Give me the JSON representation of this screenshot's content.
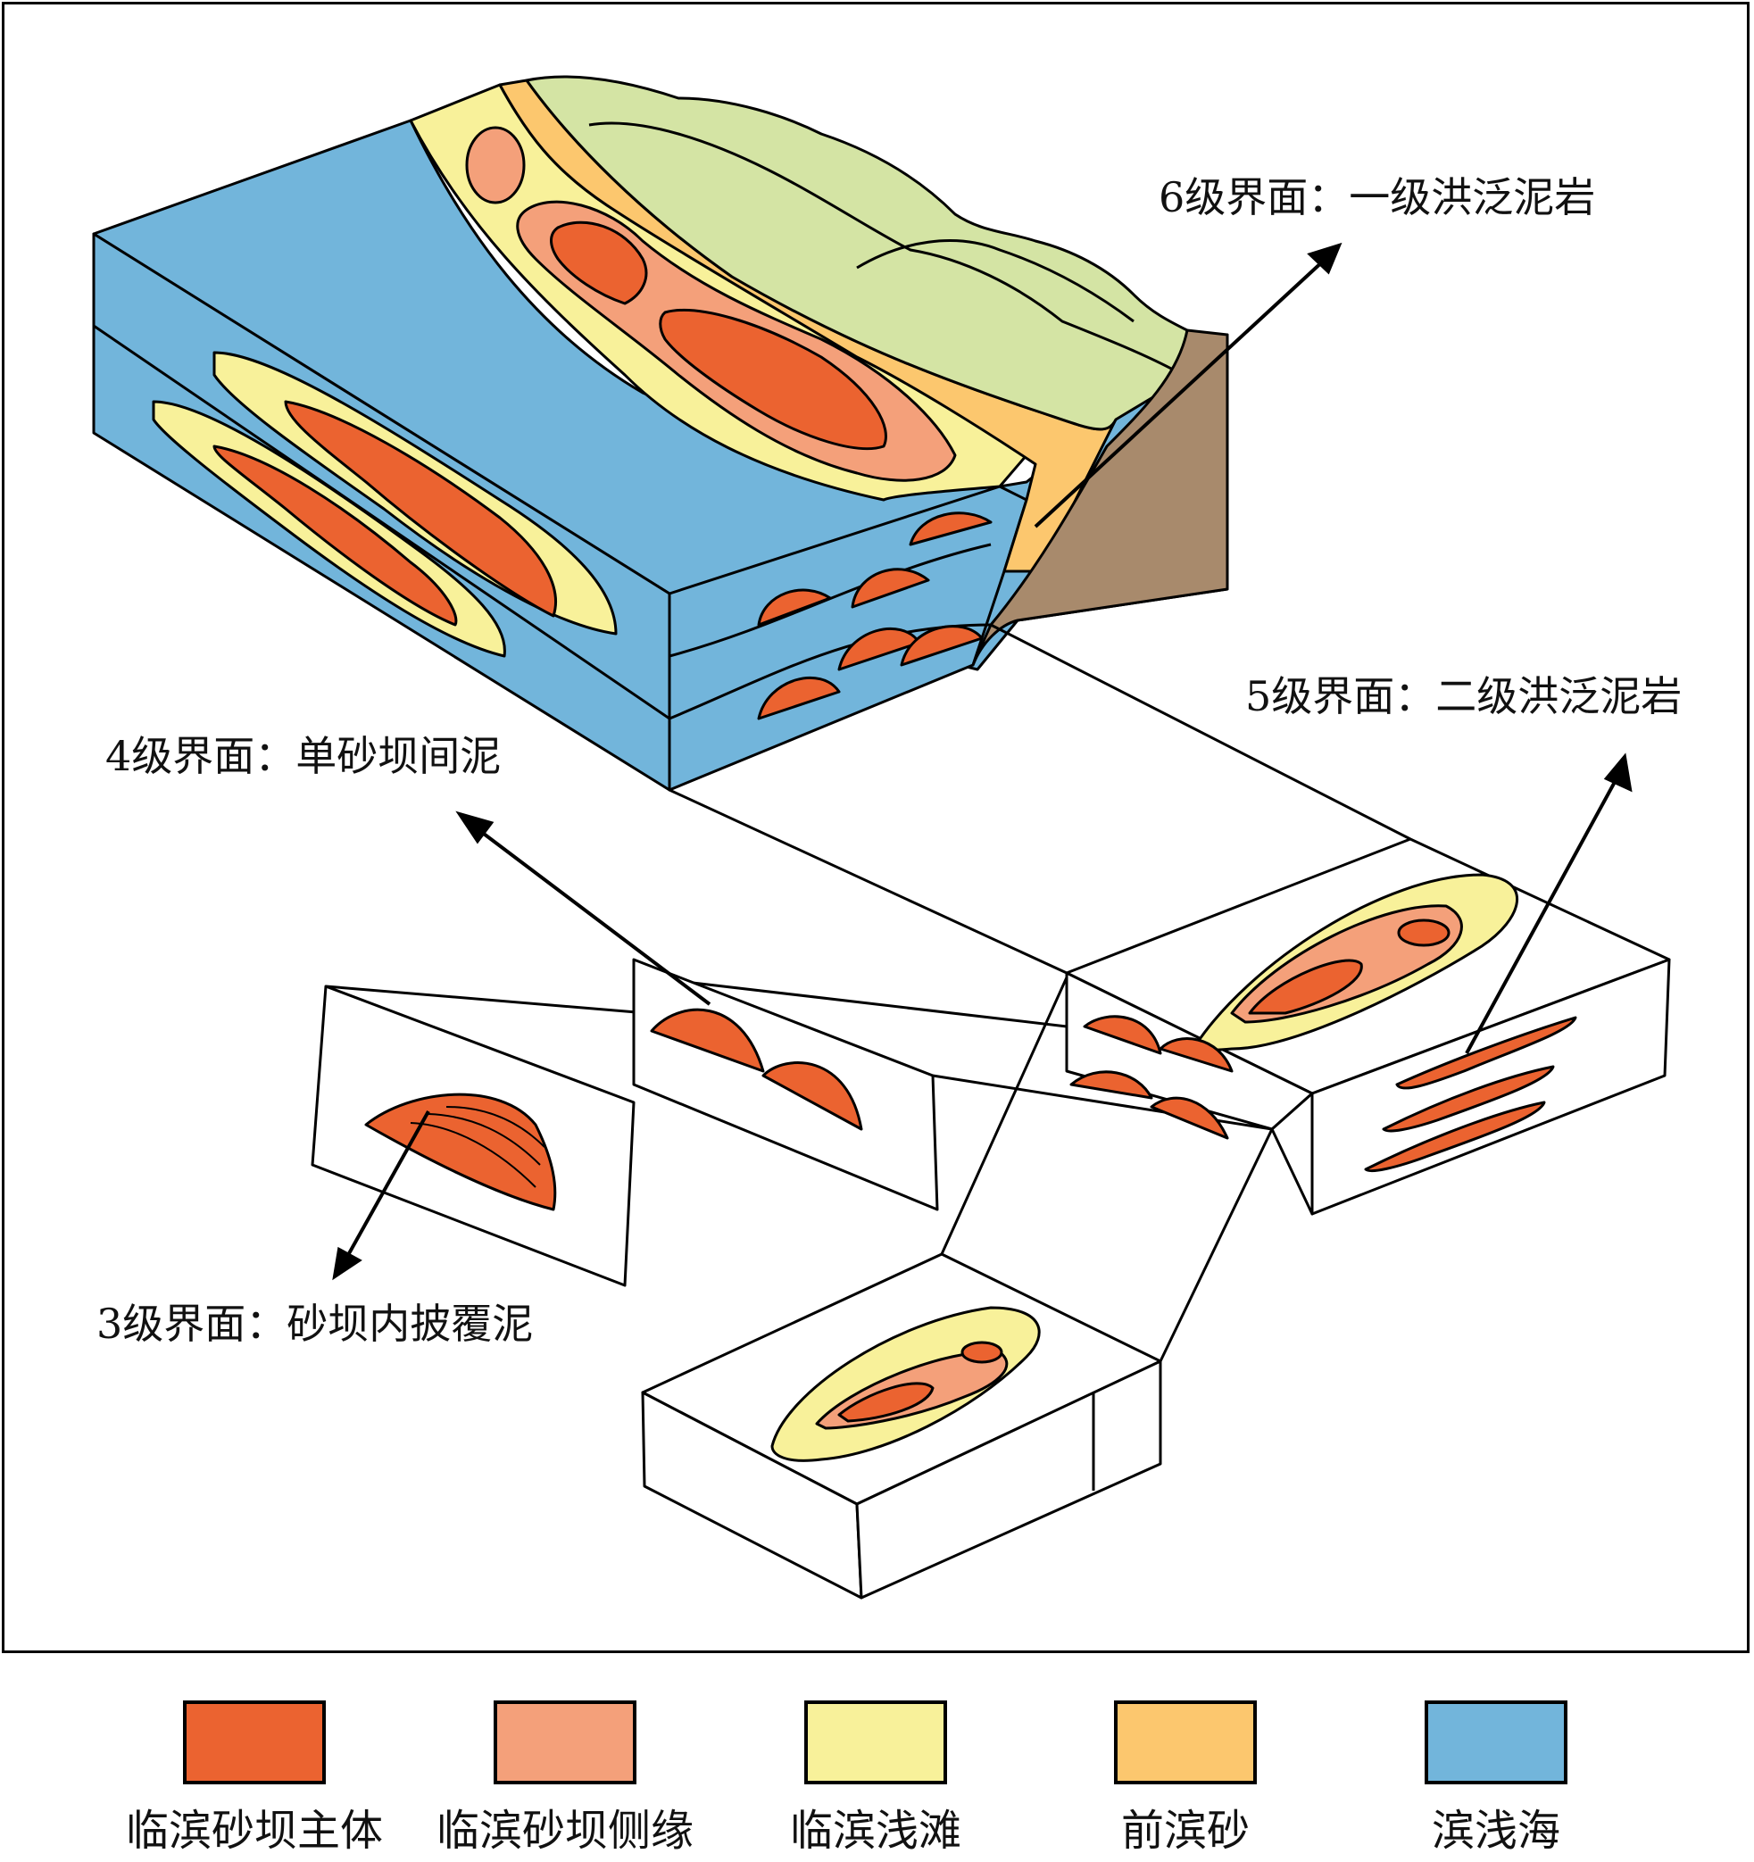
{
  "labels": {
    "level6": "6级界面：一级洪泛泥岩",
    "level5": "5级界面：二级洪泛泥岩",
    "level4": "4级界面：单砂坝间泥",
    "level3": "3级界面：砂坝内披覆泥"
  },
  "legend": [
    {
      "label": "临滨砂坝主体",
      "color": "#EB6330"
    },
    {
      "label": "临滨砂坝侧缘",
      "color": "#F4A07A"
    },
    {
      "label": "临滨浅滩",
      "color": "#F8F19A"
    },
    {
      "label": "前滨砂",
      "color": "#FCC76E"
    },
    {
      "label": "滨浅海",
      "color": "#72B5DB"
    }
  ],
  "colors": {
    "bar_main": "#EB6330",
    "bar_edge": "#F4A07A",
    "shoal": "#F8F19A",
    "foreshore": "#FCC76E",
    "sea": "#72B5DB",
    "hill": "#D4E4A4",
    "hill_dark": "#B9D489",
    "cliff": "#A88A6C"
  }
}
